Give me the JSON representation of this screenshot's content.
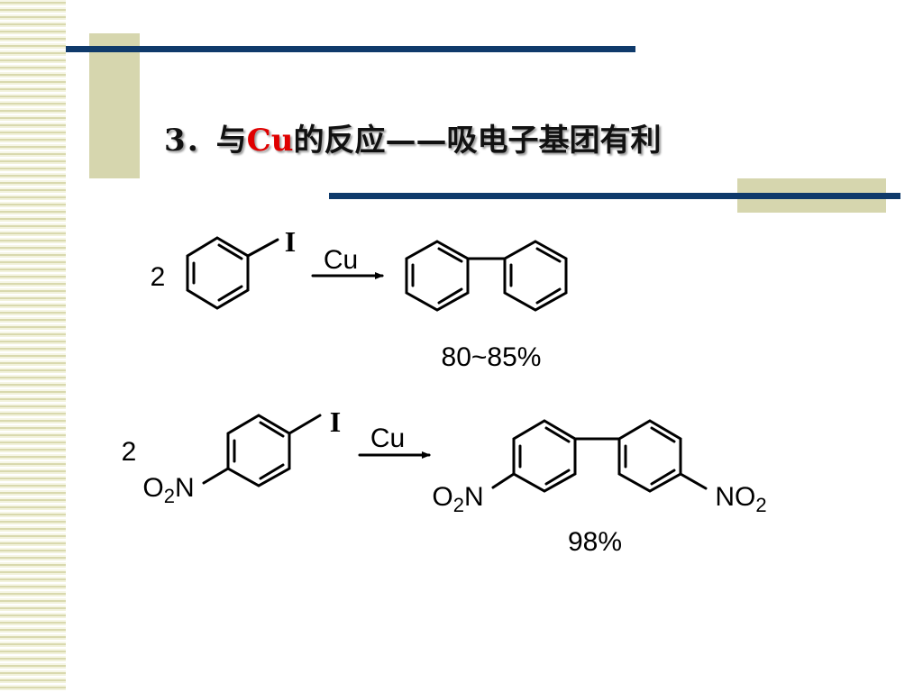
{
  "slide": {
    "title_prefix": "3．与",
    "title_accent": "Cu",
    "title_suffix": "的反应——吸电子基团有利",
    "accent_color": "#e00000",
    "line_color": "#0f3a6b",
    "block_color": "#d6d6ae"
  },
  "reaction1": {
    "coefficient": "2",
    "substituent_label": "I",
    "reagent": "Cu",
    "yield": "80~85%"
  },
  "reaction2": {
    "coefficient": "2",
    "substituent_label": "I",
    "reactant_group": "O2N",
    "reagent": "Cu",
    "product_left_group": "O2N",
    "product_right_group": "NO2",
    "yield": "98%"
  }
}
